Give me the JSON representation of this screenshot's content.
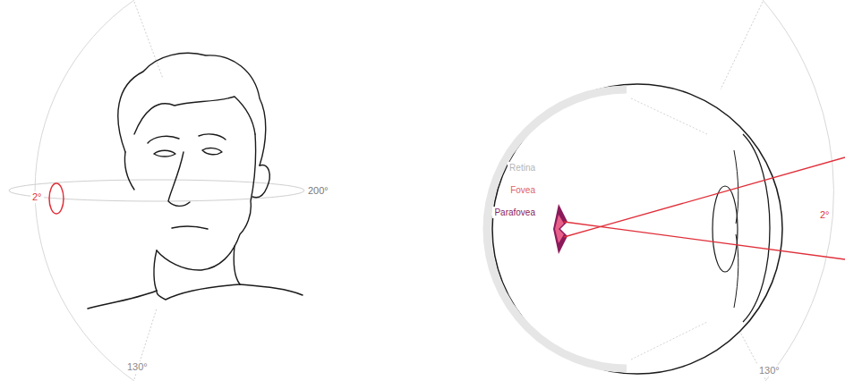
{
  "diagram": {
    "labels": [
      "2°",
      "200°",
      "130°",
      "Retina",
      "Fovea",
      "Parafovea",
      "2°",
      "130°"
    ]
  }
}
